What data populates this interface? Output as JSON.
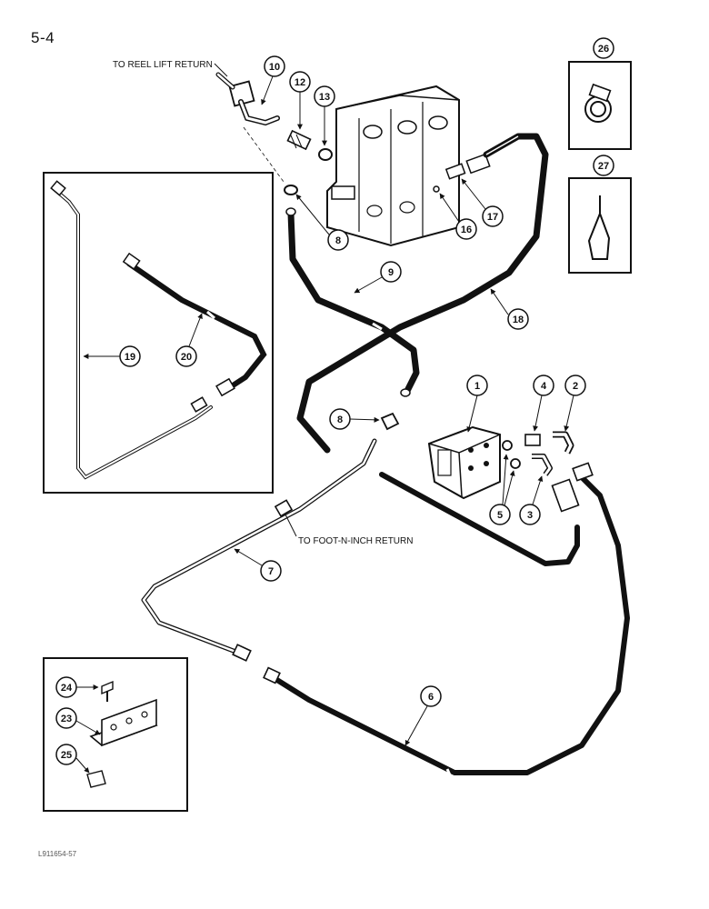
{
  "page_number": "5-4",
  "document_id": "L911654-57",
  "notes": {
    "reel_lift_return": "TO REEL LIFT RETURN",
    "foot_n_inch_return": "TO FOOT-N-INCH RETURN"
  },
  "callouts": {
    "c1": "1",
    "c2": "2",
    "c3": "3",
    "c4": "4",
    "c5": "5",
    "c6": "6",
    "c7": "7",
    "c8a": "8",
    "c8b": "8",
    "c9": "9",
    "c10": "10",
    "c12": "12",
    "c13": "13",
    "c16": "16",
    "c17": "17",
    "c18": "18",
    "c19": "19",
    "c20": "20",
    "c23": "23",
    "c24": "24",
    "c25": "25",
    "c26": "26",
    "c27": "27"
  }
}
